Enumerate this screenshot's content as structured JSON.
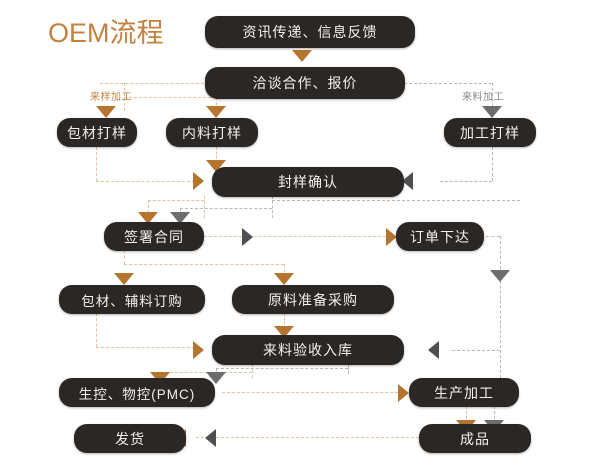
{
  "title": "OEM流程",
  "theme": {
    "node_bg": "#2b2724",
    "node_text": "#f2f0ee",
    "accent_orange": "#c4803f",
    "line_orange": "#e3c19c",
    "line_gray": "#b9b9b9",
    "arrow_orange": "#b5752f",
    "arrow_gray": "#6d6d6d",
    "background": "#ffffff"
  },
  "captions": [
    {
      "id": "left-branch",
      "label": "来样加工",
      "color": "orange"
    },
    {
      "id": "right-branch",
      "label": "来料加工",
      "color": "gray"
    }
  ],
  "nodes": [
    {
      "id": "info-exchange",
      "label": "资讯传递、信息反馈"
    },
    {
      "id": "negotiate-quote",
      "label": "洽谈合作、报价"
    },
    {
      "id": "packaging-sample",
      "label": "包材打样"
    },
    {
      "id": "inner-sample",
      "label": "内料打样"
    },
    {
      "id": "processing-sample",
      "label": "加工打样"
    },
    {
      "id": "seal-confirm",
      "label": "封样确认"
    },
    {
      "id": "sign-contract",
      "label": "签署合同"
    },
    {
      "id": "order-issued",
      "label": "订单下达"
    },
    {
      "id": "packaging-order",
      "label": "包材、辅料订购"
    },
    {
      "id": "material-purchase",
      "label": "原料准备采购"
    },
    {
      "id": "material-receipt",
      "label": "来料验收入库"
    },
    {
      "id": "pmc",
      "label": "生控、物控(PMC)"
    },
    {
      "id": "production",
      "label": "生产加工"
    },
    {
      "id": "shipping",
      "label": "发货"
    },
    {
      "id": "finished-goods",
      "label": "成品"
    }
  ]
}
